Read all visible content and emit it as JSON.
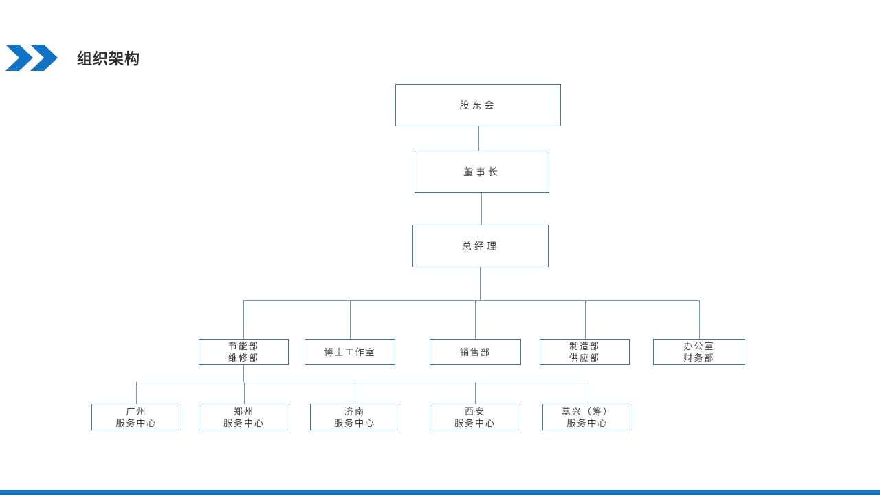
{
  "slide": {
    "title": "组织架构"
  },
  "icons": {
    "title_marker": "double-right-chevron-icon"
  },
  "colors": {
    "accent_blue": "#1273C4",
    "box_border": "#41719C",
    "connector_line": "#6E95BD",
    "text": "#3f3f3f"
  },
  "org_chart": {
    "root": {
      "label": "股东会"
    },
    "chairman": {
      "label": "董事长"
    },
    "general_manager": {
      "label": "总经理"
    },
    "departments": [
      {
        "lines": [
          "节能部",
          "维修部"
        ]
      },
      {
        "lines": [
          "博士工作室",
          ""
        ]
      },
      {
        "lines": [
          "销售部",
          ""
        ]
      },
      {
        "lines": [
          "制造部",
          "供应部"
        ]
      },
      {
        "lines": [
          "办公室",
          "财务部"
        ]
      }
    ],
    "service_centers": [
      {
        "lines": [
          "广州",
          "服务中心"
        ]
      },
      {
        "lines": [
          "郑州",
          "服务中心"
        ]
      },
      {
        "lines": [
          "济南",
          "服务中心"
        ]
      },
      {
        "lines": [
          "西安",
          "服务中心"
        ]
      },
      {
        "lines": [
          "嘉兴（筹）",
          "服务中心"
        ]
      }
    ]
  }
}
